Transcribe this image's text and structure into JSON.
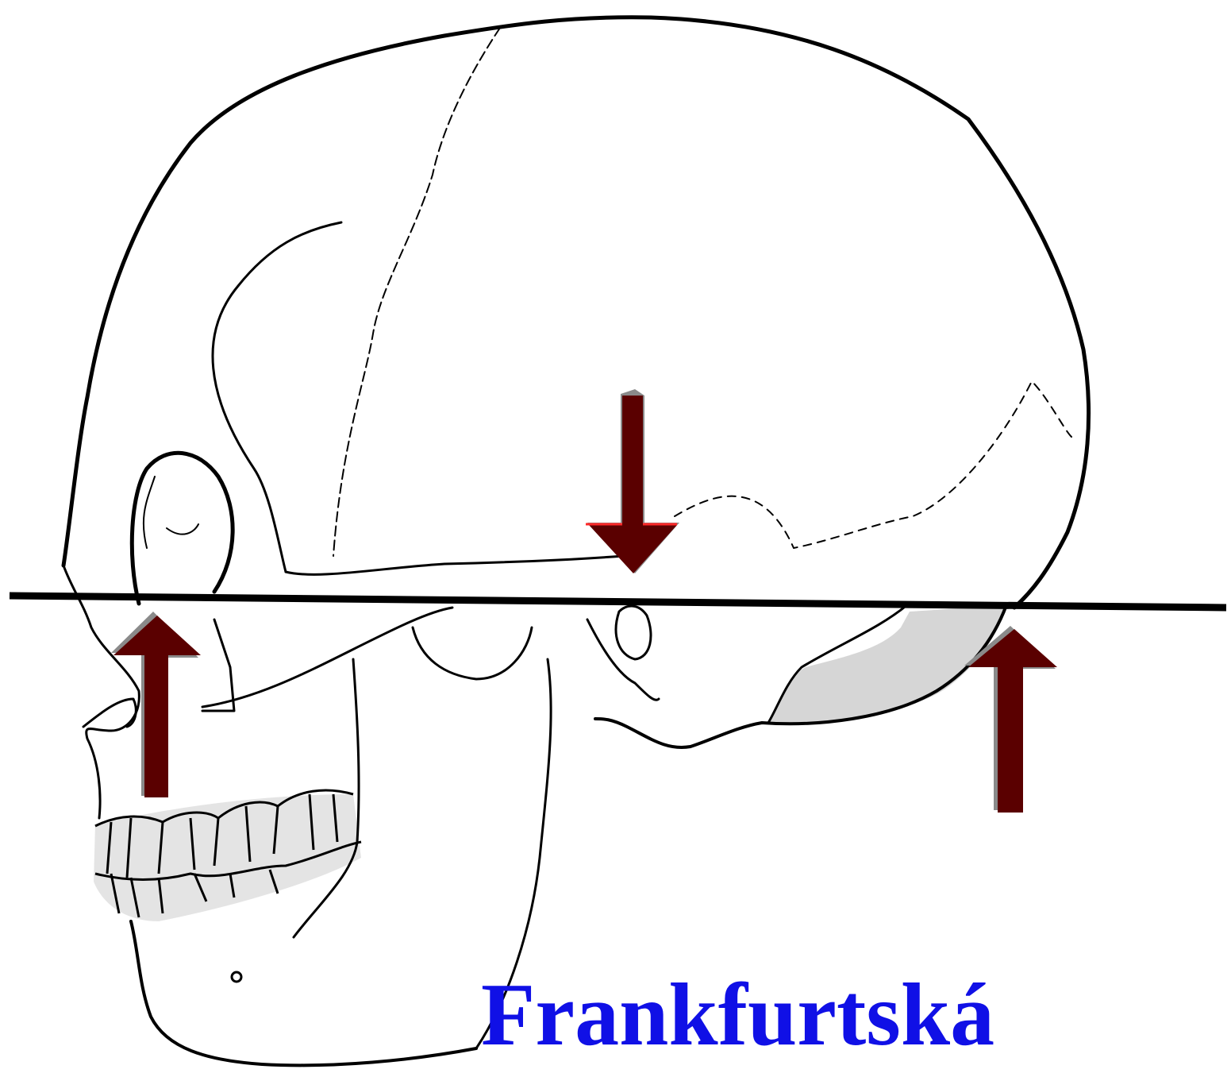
{
  "caption": {
    "line1": "Frankfurtská",
    "color": "#1010e6"
  },
  "colors": {
    "outline": "#000000",
    "shading": "#c8c8c8",
    "arrow_fill": "#5a0000",
    "arrow_shadow": "#8a8a8a",
    "arrow_highlight": "#ff2a2a"
  },
  "figure": {
    "subject": "skull-lateral-view",
    "arrows": [
      {
        "name": "orbitale-arrow",
        "direction": "up"
      },
      {
        "name": "cranial-arrow",
        "direction": "down"
      },
      {
        "name": "occipital-arrow",
        "direction": "up"
      }
    ],
    "reference_line": "frankfurt-horizontal-line"
  }
}
